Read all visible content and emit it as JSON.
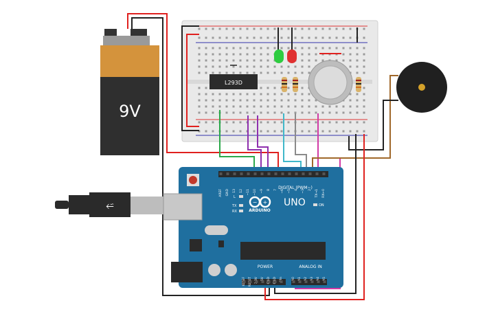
{
  "battery": {
    "voltage_label": "9V"
  },
  "driver_chip": {
    "label": "L293D"
  },
  "arduino": {
    "brand": "ARDUINO",
    "model": "UNO",
    "digital_header_label": "DIGITAL (PWM~)",
    "power_header_label": "POWER",
    "analog_header_label": "ANALOG IN",
    "on_label": "ON",
    "led_labels": [
      "L",
      "TX",
      "RX"
    ],
    "digital_pins": [
      "AREF",
      "GND",
      "13",
      "12",
      "~11",
      "~10",
      "~9",
      "8",
      "7",
      "~6",
      "~5",
      "4",
      "~3",
      "2",
      "TX→1",
      "RX←0"
    ],
    "power_pins": [
      "IOREF",
      "RESET",
      "3.3V",
      "5V",
      "GND",
      "GND",
      "Vin"
    ],
    "analog_pins": [
      "A0",
      "A1",
      "A2",
      "A3",
      "A4",
      "A5"
    ]
  },
  "leds": [
    {
      "name": "green-led",
      "color": "#2ecc40"
    },
    {
      "name": "red-led",
      "color": "#e03030"
    }
  ],
  "colors": {
    "breadboard": "#e8e8e8",
    "arduino_board": "#1f6f9f",
    "battery_body": "#2f2f2f",
    "battery_top": "#d4933c",
    "wire_red": "#e0201e",
    "wire_black": "#222222",
    "wire_green": "#2aa84a",
    "wire_purple": "#8e2fae",
    "wire_cyan": "#3fb7c9",
    "wire_gray": "#8a8a8a",
    "wire_magenta": "#d23aa6",
    "wire_brown": "#a0682a",
    "buzzer": "#202020"
  }
}
